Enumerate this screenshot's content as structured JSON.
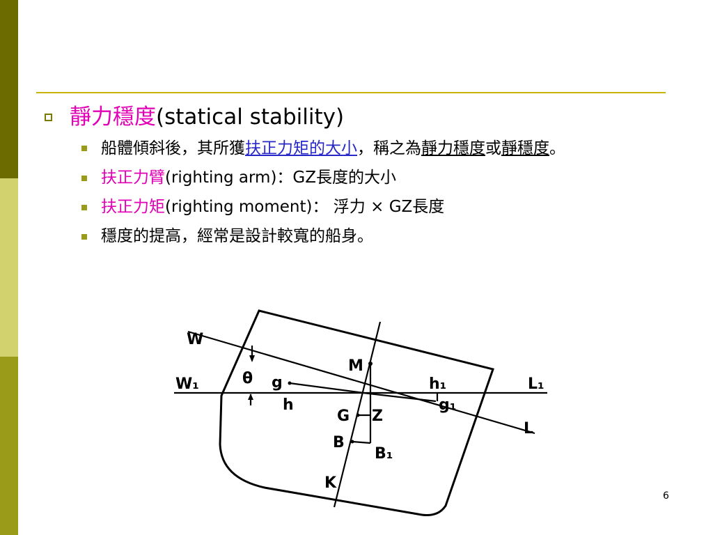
{
  "slide": {
    "heading": {
      "term": "靜力穩度",
      "english": "(statical stability)"
    },
    "bullets": [
      {
        "parts": [
          "船體傾斜後，其所獲",
          "扶正力矩的大小",
          "，稱之為",
          "靜力穩度",
          "或",
          "靜穩度",
          "。"
        ]
      },
      {
        "term": "扶正力臂",
        "rest": "(righting arm)：GZ長度的大小"
      },
      {
        "term": "扶正力矩",
        "rest": "(righting moment)： 浮力 × GZ長度"
      },
      {
        "text": "穩度的提高，經常是設計較寬的船身。"
      }
    ],
    "page_number": "6"
  },
  "diagram": {
    "labels": {
      "W": "W",
      "W1": "W₁",
      "L1": "L₁",
      "L": "L",
      "theta": "θ",
      "g": "g",
      "h": "h",
      "M": "M",
      "h1": "h₁",
      "g1": "g₁",
      "G": "G",
      "Z": "Z",
      "B": "B",
      "B1": "B₁",
      "K": "K"
    }
  },
  "colors": {
    "accent_magenta": "#e100b4",
    "link_blue": "#2828c8",
    "rule": "#c8b40a"
  }
}
